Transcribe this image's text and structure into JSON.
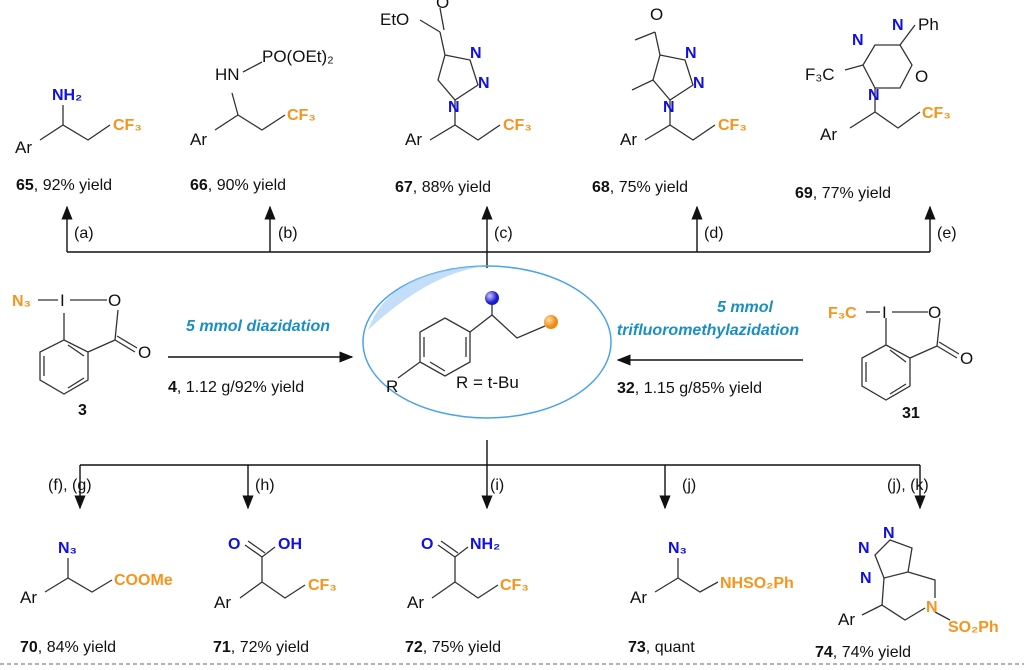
{
  "colors": {
    "azide_blue": "#1010e0",
    "cf3_orange": "#f7941d",
    "condition_cyan": "#1a8fc4",
    "ellipse": "#4aa3e8"
  },
  "center": {
    "r_label": "R",
    "r_eq": "R = t-Bu"
  },
  "left_reaction": {
    "condition": "5 mmol diazidation",
    "product_num": "4",
    "product_text": ", 1.12 g/92% yield",
    "reagent": {
      "num": "3",
      "n3": "N₃",
      "i": "I",
      "o1": "O",
      "o2": "O"
    }
  },
  "right_reaction": {
    "condition_line1": "5 mmol",
    "condition_line2": "trifluoromethylazidation",
    "product_num": "32",
    "product_text": ", 1.15 g/85% yield",
    "reagent": {
      "num": "31",
      "f3c": "F₃C",
      "i": "I",
      "o1": "O",
      "o2": "O"
    }
  },
  "top_steps": [
    "(a)",
    "(b)",
    "(c)",
    "(d)",
    "(e)"
  ],
  "bottom_steps": [
    "(f), (g)",
    "(h)",
    "(i)",
    "(j)",
    "(j), (k)"
  ],
  "top_products": [
    {
      "num": "65",
      "text": ", 92% yield",
      "groups": [
        "NH₂",
        "CF₃",
        "Ar"
      ]
    },
    {
      "num": "66",
      "text": ", 90% yield",
      "groups": [
        "HN",
        "PO(OEt)₂",
        "CF₃",
        "Ar"
      ]
    },
    {
      "num": "67",
      "text": ", 88% yield",
      "groups": [
        "EtO",
        "O",
        "N",
        "N",
        "N",
        "CF₃",
        "Ar"
      ]
    },
    {
      "num": "68",
      "text": ", 75% yield",
      "groups": [
        "O",
        "N",
        "N",
        "N",
        "CF₃",
        "Ar"
      ]
    },
    {
      "num": "69",
      "text": ", 77% yield",
      "groups": [
        "N",
        "N",
        "Ph",
        "F₃C",
        "N",
        "O",
        "CF₃",
        "Ar"
      ]
    }
  ],
  "bottom_products": [
    {
      "num": "70",
      "text": ", 84% yield",
      "groups": [
        "N₃",
        "COOMe",
        "Ar"
      ]
    },
    {
      "num": "71",
      "text": ", 72% yield",
      "groups": [
        "O",
        "OH",
        "CF₃",
        "Ar"
      ]
    },
    {
      "num": "72",
      "text": ", 75% yield",
      "groups": [
        "O",
        "NH₂",
        "CF₃",
        "Ar"
      ]
    },
    {
      "num": "73",
      "text": ", quant",
      "groups": [
        "N₃",
        "NHSO₂Ph",
        "Ar"
      ]
    },
    {
      "num": "74",
      "text": ", 74% yield",
      "groups": [
        "N",
        "N",
        "N",
        "N",
        "SO₂Ph",
        "Ar"
      ]
    }
  ]
}
